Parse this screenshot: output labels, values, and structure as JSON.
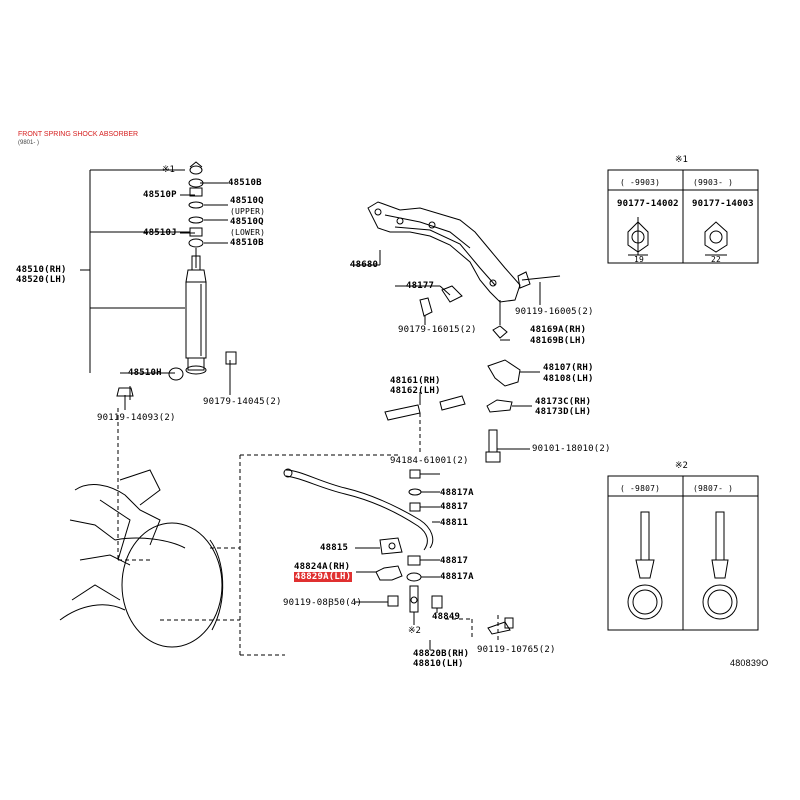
{
  "title": "FRONT SPRING SHOCK ABSORBER",
  "subtitle": "(9801- )",
  "figure_number": "480839O",
  "accent_color": "#e03030",
  "labels": {
    "p48510B_top": "48510B",
    "p48510P": "48510P",
    "p48510Q_a": "48510Q",
    "upper": "(UPPER)",
    "p48510Q_b": "48510Q",
    "lower": "(LOWER)",
    "p48510J": "48510J",
    "p48510B_bot": "48510B",
    "p48510RH": "48510(RH)",
    "p48520LH": "48520(LH)",
    "p48510H": "48510H",
    "p90119_14093": "90119-14093(2)",
    "p90179_14045": "90179-14045(2)",
    "p48680": "48680",
    "p48177": "48177",
    "p90179_16015": "90179-16015(2)",
    "p90119_16005": "90119-16005(2)",
    "p48169A": "48169A(RH)",
    "p48169B": "48169B(LH)",
    "p48107": "48107(RH)",
    "p48108": "48108(LH)",
    "p48173C": "48173C(RH)",
    "p48173D": "48173D(LH)",
    "p90101_18010": "90101-18010(2)",
    "p48161": "48161(RH)",
    "p48162": "48162(LH)",
    "p94184": "94184-61001(2)",
    "p48817A_a": "48817A",
    "p48817_a": "48817",
    "p48811": "48811",
    "p48815": "48815",
    "p48817_b": "48817",
    "p48824A": "48824A(RH)",
    "p48829A": "48829A(LH)",
    "p48817A_b": "48817A",
    "p90119_08850": "90119-08Ꞵ50(4)",
    "p48849": "48849",
    "p90119_10765": "90119-10765(2)",
    "p48820B": "48820B(RH)",
    "p48810": "48810(LH)",
    "mark1": "※1",
    "mark2": "※2"
  },
  "inset1": {
    "mark": "※1",
    "col_a_header": "( -9903)",
    "col_b_header": "(9903- )",
    "col_a_part": "90177-14002",
    "col_b_part": "90177-14003",
    "col_a_size": "19",
    "col_b_size": "22"
  },
  "inset2": {
    "mark": "※2",
    "col_a_header": "( -9807)",
    "col_b_header": "(9807- )"
  }
}
